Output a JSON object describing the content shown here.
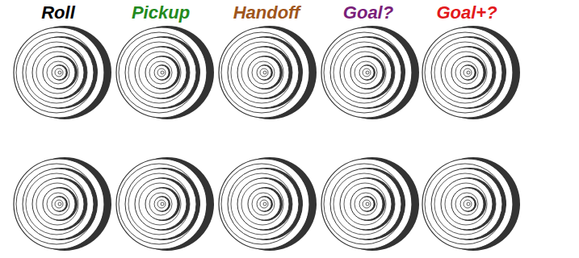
{
  "diagram": {
    "labels": [
      "Roll",
      "Pickup",
      "Handoff",
      "Goal?",
      "Goal+?"
    ]
  }
}
